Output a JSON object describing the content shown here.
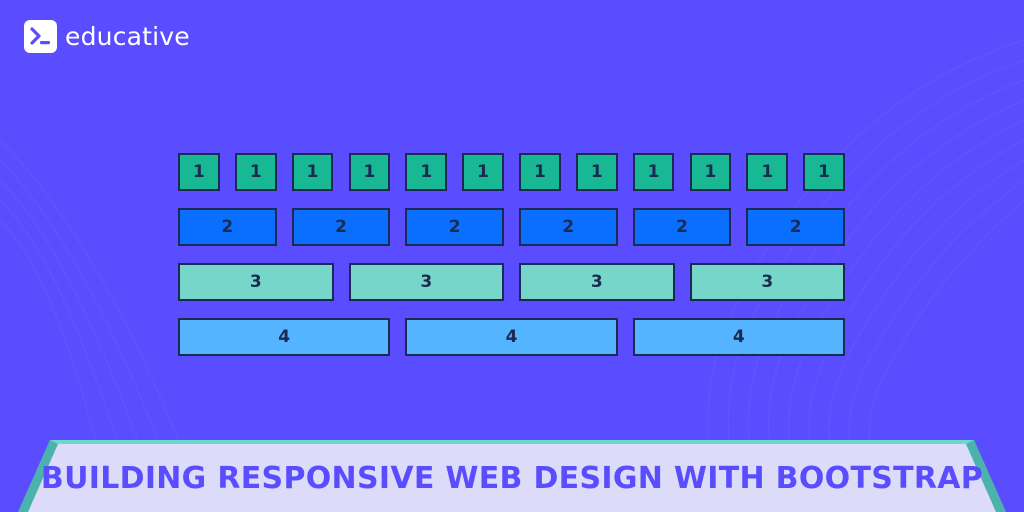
{
  "brand": {
    "name": "educative",
    "icon": "terminal-prompt-icon"
  },
  "grid": {
    "rows": [
      {
        "label": "1",
        "count": 12
      },
      {
        "label": "2",
        "count": 6
      },
      {
        "label": "3",
        "count": 4
      },
      {
        "label": "4",
        "count": 3
      }
    ]
  },
  "banner": {
    "title": "BUILDING RESPONSIVE WEB DESIGN WITH BOOTSTRAP"
  },
  "colors": {
    "background": "#5a4dff",
    "row1": "#19b894",
    "row2": "#0a6fff",
    "row3": "#76d6c9",
    "row4": "#55b4ff",
    "banner": "#dcdcf8",
    "banner_edge": "#6ed6cf"
  }
}
